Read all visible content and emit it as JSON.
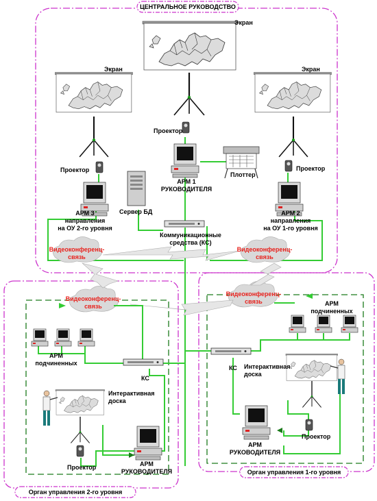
{
  "central": {
    "title": "ЦЕНТРАЛЬНОЕ РУКОВОДСТВО",
    "screen_top_label": "Экран",
    "screen_left_label": "Экран",
    "screen_right_label": "Экран",
    "projector_center": "Проектор",
    "projector_left": "Проектор",
    "projector_right": "Проектор",
    "arm1_line1": "АРМ 1",
    "arm1_line2": "РУКОВОДИТЕЛЯ",
    "plotter": "Плоттер",
    "server": "Сервер БД",
    "arm3_line1": "АРМ 3",
    "arm3_line2": "направления",
    "arm3_line3": "на ОУ 2-го уровня",
    "arm2_line1": "АРМ 2",
    "arm2_line2": "направления",
    "arm2_line3": "на ОУ 1-го уровня",
    "ks_line1": "Коммуникационные",
    "ks_line2": "средства (КС)",
    "vc_left_1": "Видеоконференц-",
    "vc_left_2": "связь",
    "vc_right_1": "Видеоконференц-",
    "vc_right_2": "связь"
  },
  "level2": {
    "title": "Орган управления 2-го уровня",
    "vc_1": "Видеоконференц-",
    "vc_2": "связь",
    "subs_1": "АРМ",
    "subs_2": "подчиненных",
    "ks": "КС",
    "board_1": "Интерактивная",
    "board_2": "доска",
    "projector": "Проектор",
    "arm_1": "АРМ",
    "arm_2": "РУКОВОДИТЕЛЯ"
  },
  "level1": {
    "title": "Орган управления 1-го уровня",
    "vc_1": "Видеоконференц-",
    "vc_2": "связь",
    "subs_1": "АРМ",
    "subs_2": "подчиненных",
    "ks": "КС",
    "board_1": "Интерактивная",
    "board_2": "доска",
    "projector": "Проектор",
    "arm_1": "АРМ",
    "arm_2": "РУКОВОДИТЕЛЯ"
  },
  "colors": {
    "frame": "#cc33cc",
    "link": "#33cc33",
    "link_dash": "#1a7a1a",
    "cloud": "#d9d9d9",
    "vc_text": "#e8231e"
  }
}
